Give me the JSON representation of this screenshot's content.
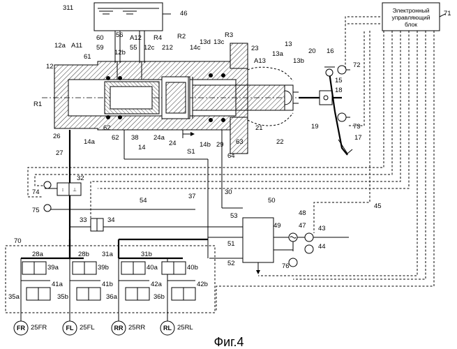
{
  "figure": {
    "caption": "Фиг.4",
    "system_ref": "311",
    "ecu_text": [
      "Электронный",
      "управляющий",
      "блок"
    ],
    "ecu_ref": "71",
    "labels": [
      {
        "id": "lbl-46",
        "text": "46"
      },
      {
        "id": "lbl-12",
        "text": "12"
      },
      {
        "id": "lbl-12a",
        "text": "12a"
      },
      {
        "id": "lbl-A11",
        "text": "A11"
      },
      {
        "id": "lbl-60",
        "text": "60"
      },
      {
        "id": "lbl-56",
        "text": "56"
      },
      {
        "id": "lbl-A12",
        "text": "A12"
      },
      {
        "id": "lbl-R4",
        "text": "R4"
      },
      {
        "id": "lbl-R2",
        "text": "R2"
      },
      {
        "id": "lbl-13d",
        "text": "13d"
      },
      {
        "id": "lbl-13c",
        "text": "13c"
      },
      {
        "id": "lbl-R3",
        "text": "R3"
      },
      {
        "id": "lbl-59",
        "text": "59"
      },
      {
        "id": "lbl-12b",
        "text": "12b"
      },
      {
        "id": "lbl-55",
        "text": "55"
      },
      {
        "id": "lbl-12c",
        "text": "12c"
      },
      {
        "id": "lbl-212",
        "text": "212"
      },
      {
        "id": "lbl-14c",
        "text": "14c"
      },
      {
        "id": "lbl-23",
        "text": "23"
      },
      {
        "id": "lbl-13",
        "text": "13"
      },
      {
        "id": "lbl-13a",
        "text": "13a"
      },
      {
        "id": "lbl-20",
        "text": "20"
      },
      {
        "id": "lbl-16",
        "text": "16"
      },
      {
        "id": "lbl-72",
        "text": "72"
      },
      {
        "id": "lbl-61",
        "text": "61"
      },
      {
        "id": "lbl-A13",
        "text": "A13"
      },
      {
        "id": "lbl-13b",
        "text": "13b"
      },
      {
        "id": "lbl-15",
        "text": "15"
      },
      {
        "id": "lbl-18",
        "text": "18"
      },
      {
        "id": "lbl-R1",
        "text": "R1"
      },
      {
        "id": "lbl-19",
        "text": "19"
      },
      {
        "id": "lbl-73",
        "text": "73"
      },
      {
        "id": "lbl-21",
        "text": "21"
      },
      {
        "id": "lbl-22",
        "text": "22"
      },
      {
        "id": "lbl-17",
        "text": "17"
      },
      {
        "id": "lbl-26",
        "text": "26"
      },
      {
        "id": "lbl-14a",
        "text": "14a"
      },
      {
        "id": "lbl-62a",
        "text": "62"
      },
      {
        "id": "lbl-62b",
        "text": "62"
      },
      {
        "id": "lbl-38",
        "text": "38"
      },
      {
        "id": "lbl-24a",
        "text": "24a"
      },
      {
        "id": "lbl-24",
        "text": "24"
      },
      {
        "id": "lbl-14b",
        "text": "14b"
      },
      {
        "id": "lbl-29",
        "text": "29"
      },
      {
        "id": "lbl-63",
        "text": "63"
      },
      {
        "id": "lbl-14",
        "text": "14"
      },
      {
        "id": "lbl-S1",
        "text": "S1"
      },
      {
        "id": "lbl-64",
        "text": "64"
      },
      {
        "id": "lbl-27",
        "text": "27"
      },
      {
        "id": "lbl-30",
        "text": "30"
      },
      {
        "id": "lbl-37",
        "text": "37"
      },
      {
        "id": "lbl-74",
        "text": "74"
      },
      {
        "id": "lbl-32",
        "text": "32"
      },
      {
        "id": "lbl-45",
        "text": "45"
      },
      {
        "id": "lbl-50",
        "text": "50"
      },
      {
        "id": "lbl-54",
        "text": "54"
      },
      {
        "id": "lbl-48",
        "text": "48"
      },
      {
        "id": "lbl-75",
        "text": "75"
      },
      {
        "id": "lbl-53",
        "text": "53"
      },
      {
        "id": "lbl-49",
        "text": "49"
      },
      {
        "id": "lbl-47",
        "text": "47"
      },
      {
        "id": "lbl-43",
        "text": "43"
      },
      {
        "id": "lbl-33",
        "text": "33"
      },
      {
        "id": "lbl-34",
        "text": "34"
      },
      {
        "id": "lbl-51",
        "text": "51"
      },
      {
        "id": "lbl-44",
        "text": "44"
      },
      {
        "id": "lbl-70",
        "text": "70"
      },
      {
        "id": "lbl-52",
        "text": "52"
      },
      {
        "id": "lbl-76",
        "text": "76"
      },
      {
        "id": "lbl-28a",
        "text": "28a"
      },
      {
        "id": "lbl-28b",
        "text": "28b"
      },
      {
        "id": "lbl-31a",
        "text": "31a"
      },
      {
        "id": "lbl-31b",
        "text": "31b"
      },
      {
        "id": "lbl-39a",
        "text": "39a"
      },
      {
        "id": "lbl-39b",
        "text": "39b"
      },
      {
        "id": "lbl-40a",
        "text": "40a"
      },
      {
        "id": "lbl-40b",
        "text": "40b"
      },
      {
        "id": "lbl-41a",
        "text": "41a"
      },
      {
        "id": "lbl-41b",
        "text": "41b"
      },
      {
        "id": "lbl-42a",
        "text": "42a"
      },
      {
        "id": "lbl-42b",
        "text": "42b"
      },
      {
        "id": "lbl-35a",
        "text": "35a"
      },
      {
        "id": "lbl-35b",
        "text": "35b"
      },
      {
        "id": "lbl-36a",
        "text": "36a"
      },
      {
        "id": "lbl-36b",
        "text": "36b"
      },
      {
        "id": "lbl-25FR",
        "text": "25FR"
      },
      {
        "id": "lbl-25FL",
        "text": "25FL"
      },
      {
        "id": "lbl-25RR",
        "text": "25RR"
      },
      {
        "id": "lbl-25RL",
        "text": "25RL"
      }
    ],
    "wheels": [
      {
        "id": "FR",
        "text": "FR"
      },
      {
        "id": "FL",
        "text": "FL"
      },
      {
        "id": "RR",
        "text": "RR"
      },
      {
        "id": "RL",
        "text": "RL"
      }
    ]
  }
}
